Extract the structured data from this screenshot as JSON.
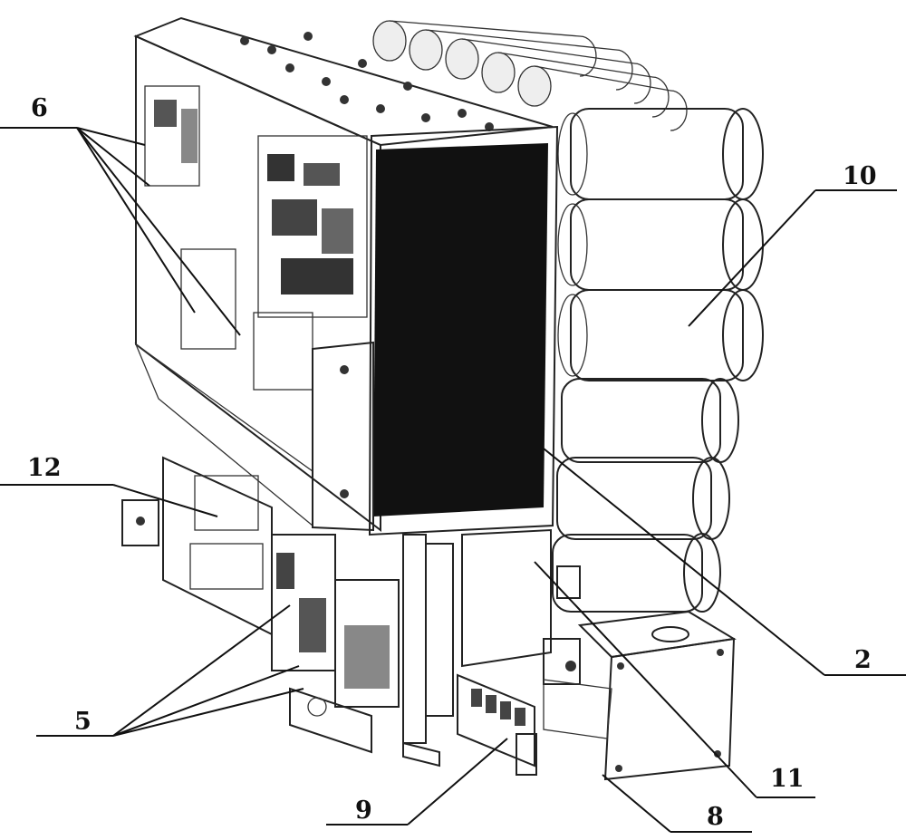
{
  "figure": {
    "kind": "technical-drawing",
    "style": "black-and-white line drawing"
  },
  "callouts": [
    {
      "id": "c6",
      "label": "6"
    },
    {
      "id": "c10",
      "label": "10"
    },
    {
      "id": "c12",
      "label": "12"
    },
    {
      "id": "c5",
      "label": "5"
    },
    {
      "id": "c9",
      "label": "9"
    },
    {
      "id": "c8",
      "label": "8"
    },
    {
      "id": "c11",
      "label": "11"
    },
    {
      "id": "c2",
      "label": "2"
    }
  ]
}
